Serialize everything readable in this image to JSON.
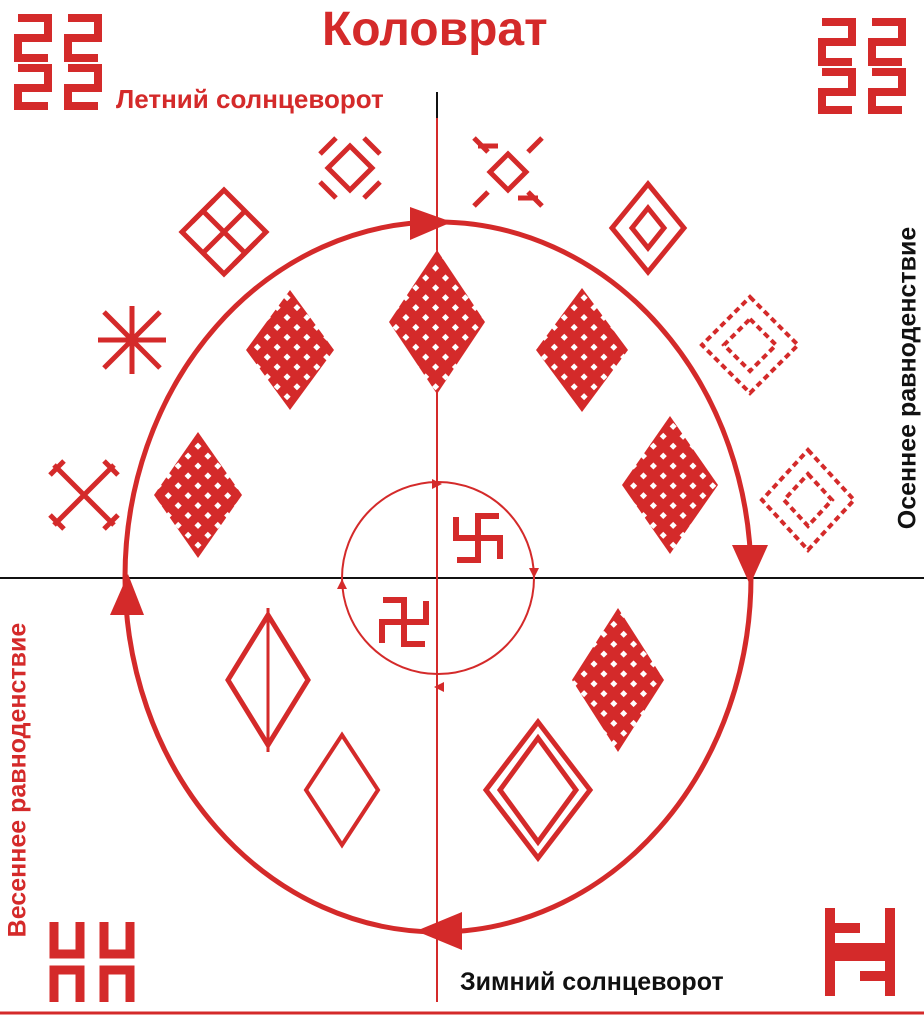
{
  "title": "Коловрат",
  "labels": {
    "summer_solstice": "Летний  солнцеворот",
    "winter_solstice": "Зимний солнцеворот",
    "autumn_equinox": "Осеннее  равноденствие",
    "spring_equinox": "Весеннее  равноденствие"
  },
  "colors": {
    "ornament_red": "#d42a2a",
    "axis_black": "#111111",
    "background": "#ffffff"
  },
  "icons": [
    "corner-ornament-icon",
    "swastika-icon",
    "diamond-ornament-icon",
    "cross-ornament-icon",
    "knot-ornament-icon",
    "arrow-icon"
  ]
}
